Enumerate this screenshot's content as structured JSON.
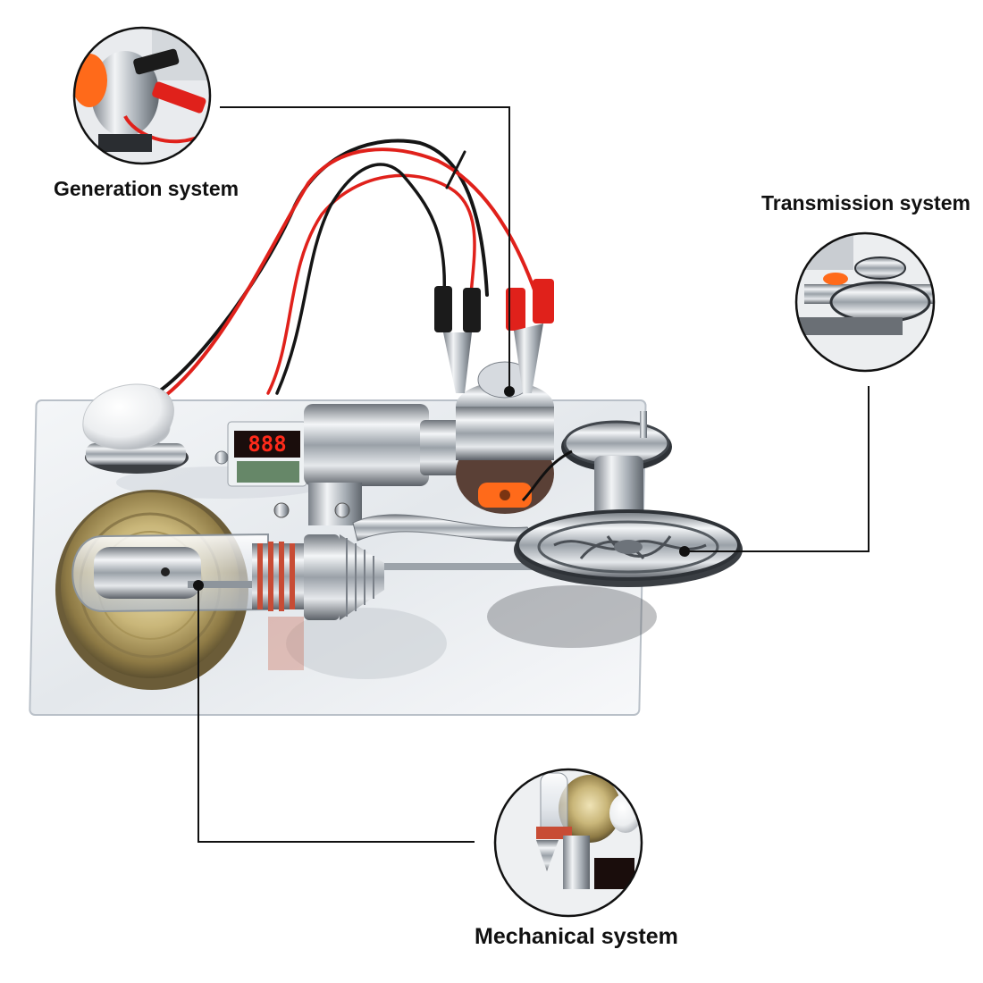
{
  "labels": {
    "generation": "Generation system",
    "transmission": "Transmission system",
    "mechanical": "Mechanical system"
  },
  "display": {
    "readout": "888"
  },
  "colors": {
    "leader_line": "#111111",
    "wire_red": "#e0211b",
    "wire_black": "#151515",
    "chrome": "#c9cdd2",
    "brass": "#c7b37a",
    "display_red": "#ff2a1a",
    "pulley_orange": "#ff6a1a"
  }
}
